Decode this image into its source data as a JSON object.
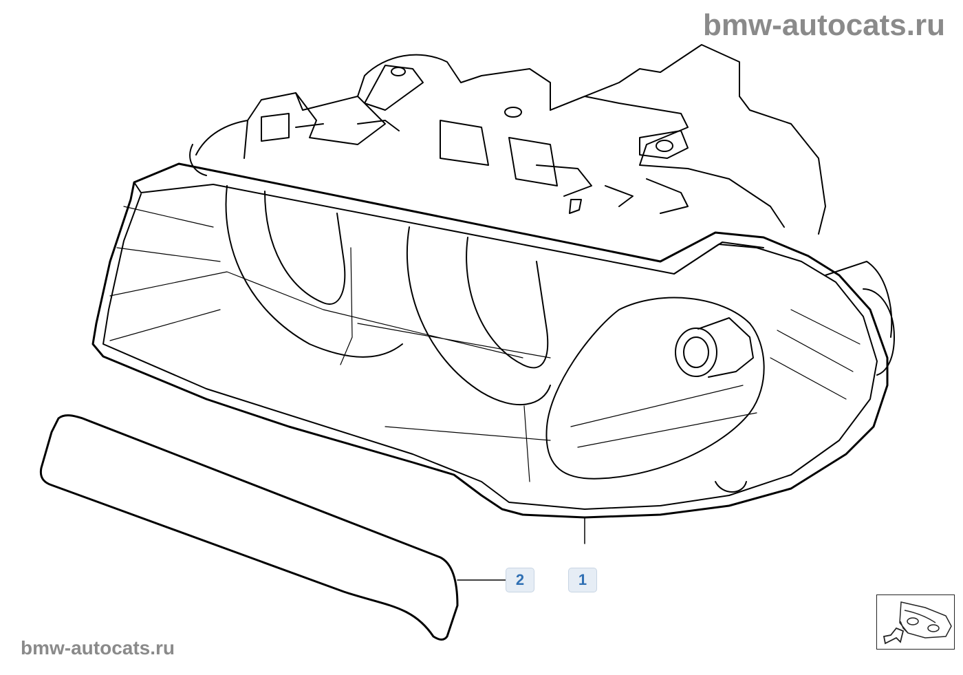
{
  "watermark": {
    "top": "bmw-autocats.ru",
    "bottom": "bmw-autocats.ru"
  },
  "callouts": [
    {
      "label": "2"
    },
    {
      "label": "1"
    }
  ],
  "colors": {
    "callout_bg": "#e6edf5",
    "callout_text": "#2f6fb3",
    "watermark": "#8a8a8a",
    "line": "#000000"
  },
  "icons": {
    "nav": "car-front-arrow-icon"
  }
}
